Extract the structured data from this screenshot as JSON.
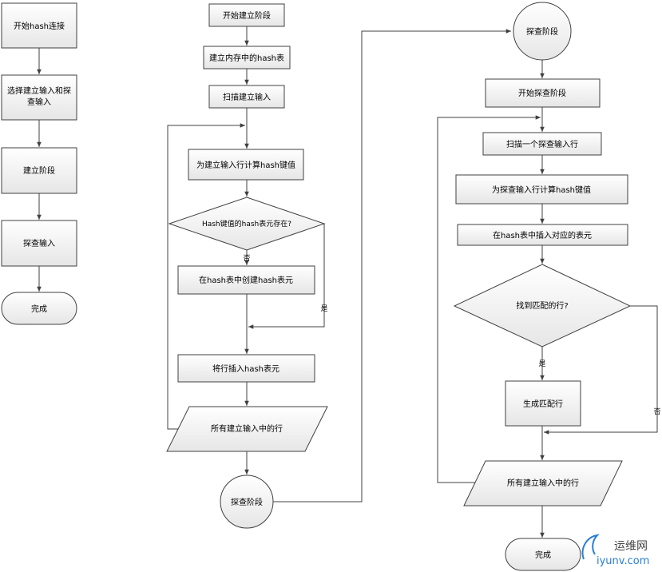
{
  "left_flow": {
    "step1": "开始hash连接",
    "step2_line1": "选择建立输入和探",
    "step2_line2": "查输入",
    "step3": "建立阶段",
    "step4": "探查输入",
    "end": "完成"
  },
  "build_flow": {
    "start": "开始建立阶段",
    "create_table": "建立内存中的hash表",
    "scan": "扫描建立输入",
    "compute": "为建立输入行计算hash键值",
    "decision": "Hash键值的hash表元存在?",
    "no_label": "否",
    "yes_label": "是",
    "create_bucket": "在hash表中创建hash表元",
    "insert": "将行插入hash表元",
    "loop": "所有建立输入中的行",
    "next": "探查阶段"
  },
  "probe_flow": {
    "title": "探查阶段",
    "start": "开始探查阶段",
    "scan": "扫描一个探查输入行",
    "compute": "为探查输入行计算hash键值",
    "lookup": "在hash表中插入对应的表元",
    "decision": "找到匹配的行?",
    "yes_label": "是",
    "no_label": "否",
    "emit": "生成匹配行",
    "loop": "所有建立输入中的行",
    "end": "完成"
  },
  "watermark": {
    "brand": "运维网",
    "domain": "iyunv.com"
  },
  "colors": {
    "box_top": "#ffffff",
    "box_bottom": "#e6e6e6",
    "stroke": "#404040",
    "watermark_blue": "#2a7fd4"
  }
}
